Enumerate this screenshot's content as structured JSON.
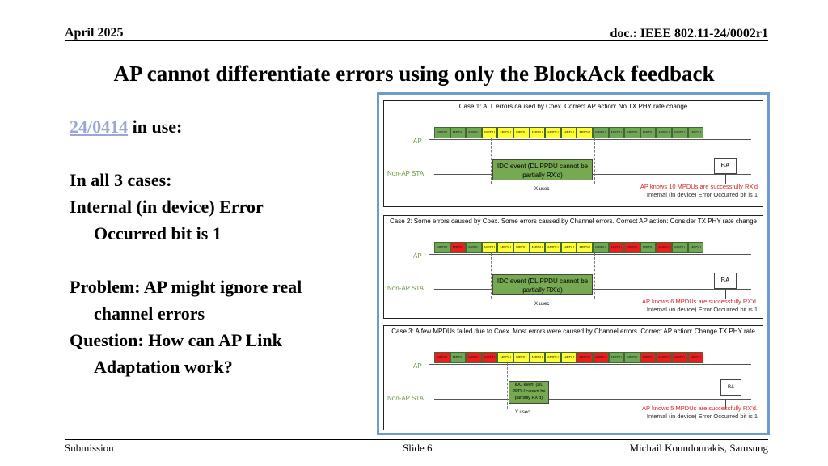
{
  "header": {
    "date": "April 2025",
    "doc": "doc.: IEEE 802.11-24/0002r1"
  },
  "title": "AP cannot differentiate errors using only the BlockAck feedback",
  "bullets": {
    "ref_link": "24/0414",
    "ref_suffix": " in use:",
    "line1": "In all 3 cases:",
    "line2a": "Internal (in device) Error",
    "line2b": "Occurred bit is 1",
    "line3a": "Problem: AP might ignore real",
    "line3b": "channel errors",
    "line4a": "Question: How can AP Link",
    "line4b": "Adaptation work?"
  },
  "footer": {
    "left": "Submission",
    "center": "Slide 6",
    "right": "Michail Koundourakis, Samsung"
  },
  "diagram": {
    "mpdu_label": "MPDU",
    "ap_label": "AP",
    "sta_label": "Non-AP STA",
    "ba_label": "BA",
    "cases": [
      {
        "title": "Case 1: ALL errors caused by Coex. Correct AP action: No TX PHY rate change",
        "pattern": [
          "g",
          "g",
          "g",
          "y",
          "y",
          "y",
          "y",
          "y",
          "y",
          "y",
          "g",
          "g",
          "g",
          "g",
          "g",
          "g",
          "g"
        ],
        "idc": "IDC event (DL PPDU cannot be partially RX'd)",
        "usec": "X usec",
        "note_line1": "AP knows 10 MPDUs are successfully RX'd",
        "note_line2": "Internal (in device) Error Occurred bit is 1"
      },
      {
        "title": "Case 2: Some errors caused by Coex. Some errors caused by Channel errors. Correct AP action: Consider TX PHY rate change",
        "pattern": [
          "g",
          "r",
          "g",
          "y",
          "y",
          "y",
          "y",
          "y",
          "y",
          "y",
          "g",
          "r",
          "r",
          "g",
          "r",
          "g",
          "g"
        ],
        "idc": "IDC event (DL PPDU cannot be partially RX'd)",
        "usec": "X usec",
        "note_line1": "AP knows 6 MPDUs are successfully RX'd.",
        "note_line2": "Internal (in device) Error Occurred bit is 1"
      },
      {
        "title": "Case 3: A few MPDUs failed due to Coex. Most errors were caused by Channel errors. Correct AP action: Change TX PHY rate",
        "pattern": [
          "r",
          "g",
          "r",
          "r",
          "y",
          "y",
          "y",
          "y",
          "y",
          "r",
          "r",
          "g",
          "g",
          "r",
          "r",
          "r",
          "r"
        ],
        "idc": "IDC event (DL PPDU cannot be partially RX'd)",
        "usec": "Y usec",
        "note_line1": "AP knows 5 MPDUs are successfully RX'd.",
        "note_line2": "Internal (in device) Error Occurred bit is 1"
      }
    ]
  },
  "colors": {
    "green": "#6fa855",
    "yellow": "#ffff33",
    "red": "#ee1c1c",
    "frame": "#6d9bd1",
    "link": "#9aa6d6"
  }
}
